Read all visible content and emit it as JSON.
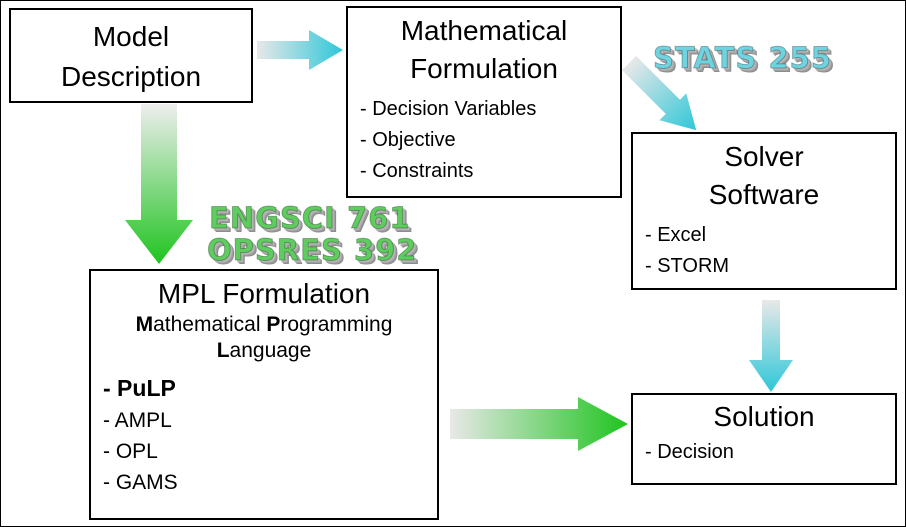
{
  "boxes": {
    "model_description": {
      "title": "Model Description"
    },
    "mathematical_formulation": {
      "title": "Mathematical Formulation",
      "items": [
        "- Decision Variables",
        "- Objective",
        "- Constraints"
      ]
    },
    "solver_software": {
      "title": "Solver Software",
      "items": [
        "- Excel",
        "- STORM"
      ]
    },
    "mpl_formulation": {
      "title": "MPL Formulation",
      "subtitle": {
        "b1": "M",
        "r1": "athematical ",
        "b2": "P",
        "r2": "rogramming",
        "b3": "L",
        "r3": "anguage"
      },
      "items": [
        "- PuLP",
        "- AMPL",
        "- OPL",
        "- GAMS"
      ]
    },
    "solution": {
      "title": "Solution",
      "items": [
        "- Decision"
      ]
    }
  },
  "course_labels": {
    "stats": "STATS 255",
    "engsci": "ENGSCI 761",
    "opsres": "OPSRES 392"
  },
  "colors": {
    "arrow_cyan": "#2ec7d8",
    "arrow_green": "#1fc41f",
    "arrow_light": "#e8e8e8",
    "label_cyan": "#6fd3e0",
    "label_green": "#5ecc5e",
    "label_shadow": "#9e9e9e"
  }
}
